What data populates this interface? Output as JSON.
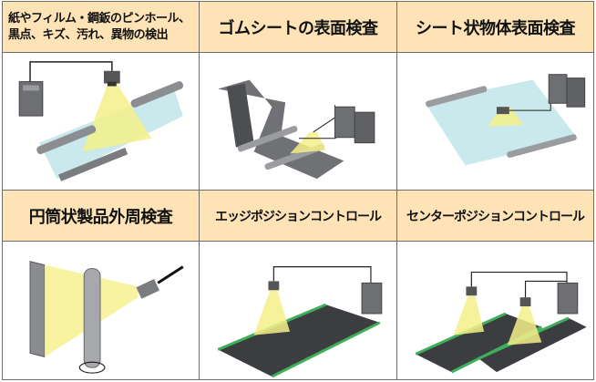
{
  "cells": [
    {
      "title_line1": "紙やフィルム・鋼鈑のピンホール、",
      "title_line2": "黒点、キズ、汚れ、異物の検出",
      "illustration": "pinhole-inspection-illustration"
    },
    {
      "title": "ゴムシートの表面検査",
      "illustration": "rubber-sheet-inspection-illustration"
    },
    {
      "title": "シート状物体表面検査",
      "illustration": "sheet-surface-inspection-illustration"
    },
    {
      "title": "円筒状製品外周検査",
      "illustration": "cylinder-inspection-illustration"
    },
    {
      "title": "エッジポジションコントロール",
      "illustration": "edge-position-control-illustration"
    },
    {
      "title": "センターポジションコントロール",
      "illustration": "center-position-control-illustration"
    }
  ],
  "colors": {
    "header_bg": "#fde3b6",
    "border": "#6e6e6e",
    "light_beam": "#f5f08a",
    "film": "#bfe5ea",
    "belt_edge": "#3fae5a"
  }
}
